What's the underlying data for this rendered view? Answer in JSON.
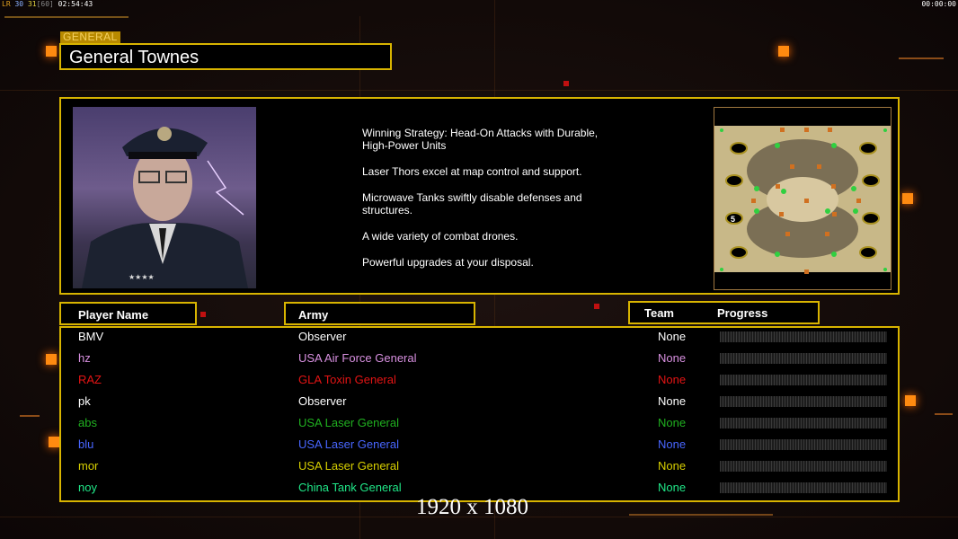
{
  "hud": {
    "fps_parts": [
      "LR",
      "30",
      "31",
      "[60]",
      "02:54:43"
    ],
    "clock": "00:00:00"
  },
  "general": {
    "tag": "GENERAL",
    "name": "General Townes",
    "description": [
      "Winning Strategy: Head-On Attacks with Durable,\n High-Power Units",
      "Laser Thors excel at map control and support.",
      "Microwave Tanks swiftly disable defenses and\n structures.",
      "A wide variety of combat drones.",
      "Powerful upgrades at your disposal."
    ],
    "map_label": "5"
  },
  "headers": {
    "player": "Player Name",
    "army": "Army",
    "team": "Team",
    "progress": "Progress"
  },
  "players": [
    {
      "name": "BMV",
      "army": "Observer",
      "team": "None",
      "color": "#ffffff",
      "progress": 0
    },
    {
      "name": "hz",
      "army": "USA Air Force General",
      "team": "None",
      "color": "#d890e0",
      "progress": 0
    },
    {
      "name": "RAZ",
      "army": "GLA Toxin General",
      "team": "None",
      "color": "#e41414",
      "progress": 0
    },
    {
      "name": "pk",
      "army": "Observer",
      "team": "None",
      "color": "#ffffff",
      "progress": 0
    },
    {
      "name": "abs",
      "army": "USA Laser General",
      "team": "None",
      "color": "#20b020",
      "progress": 0
    },
    {
      "name": "blu",
      "army": "USA Laser General",
      "team": "None",
      "color": "#4866ff",
      "progress": 0
    },
    {
      "name": "mor",
      "army": "USA Laser General",
      "team": "None",
      "color": "#d8d000",
      "progress": 0
    },
    {
      "name": "noy",
      "army": "China Tank General",
      "team": "None",
      "color": "#20e888",
      "progress": 0
    }
  ],
  "resolution": "1920 x 1080"
}
